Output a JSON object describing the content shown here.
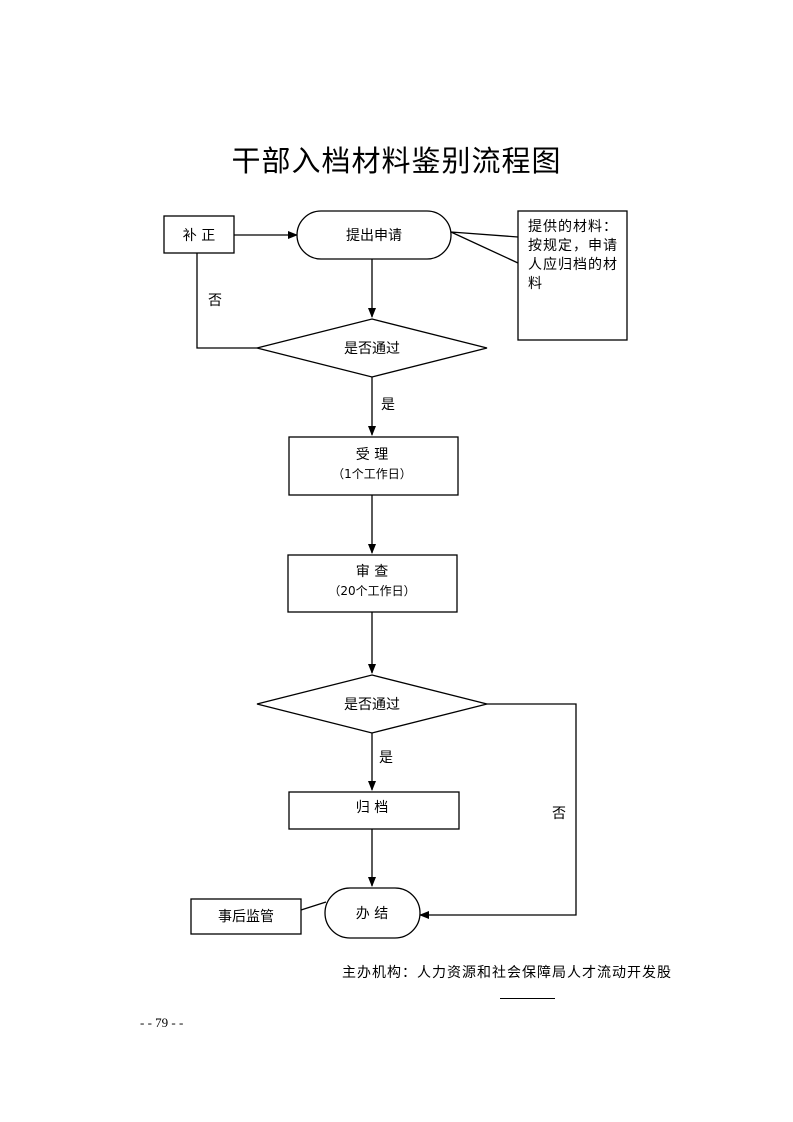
{
  "title": "干部入档材料鉴别流程图",
  "nodes": {
    "apply": "提出申请",
    "correct": "补 正",
    "decision1": "是否通过",
    "accept": "受  理",
    "accept_time": "（1个工作日）",
    "review": "审  查",
    "review_time": "（20个工作日）",
    "decision2": "是否通过",
    "archive": "归  档",
    "finish": "办 结",
    "supervise": "事后监管"
  },
  "edges": {
    "no1": "否",
    "yes1": "是",
    "yes2": "是",
    "no2": "否"
  },
  "note": "提供的材料：按规定，申请人应归档的材料",
  "org": "主办机构：人力资源和社会保障局人才流动开发股",
  "page_number": "- - 79 - -"
}
